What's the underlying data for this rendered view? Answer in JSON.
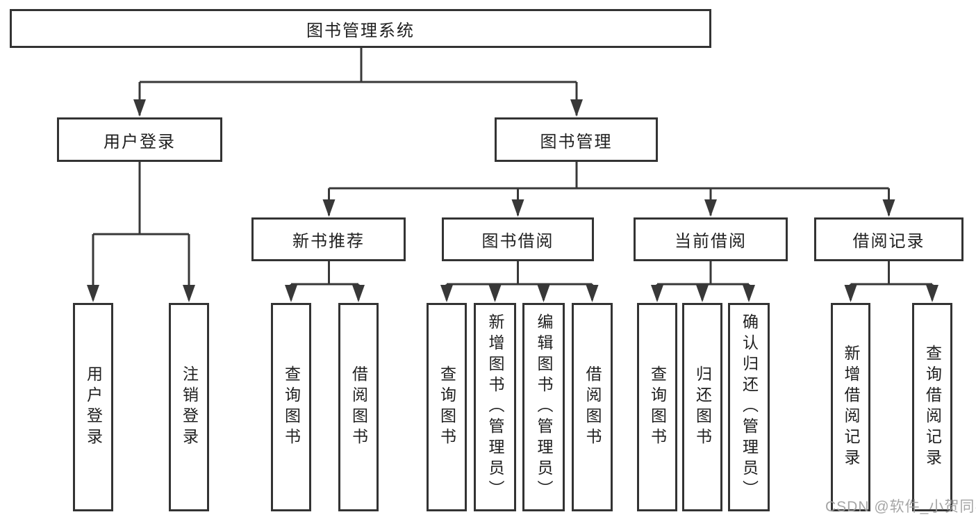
{
  "tree": {
    "label": "图书管理系统",
    "children": [
      {
        "label": "用户登录",
        "children": [
          {
            "label": "用户登录"
          },
          {
            "label": "注销登录"
          }
        ]
      },
      {
        "label": "图书管理",
        "children": [
          {
            "label": "新书推荐",
            "children": [
              {
                "label": "查询图书"
              },
              {
                "label": "借阅图书"
              }
            ]
          },
          {
            "label": "图书借阅",
            "children": [
              {
                "label": "查询图书"
              },
              {
                "label": "新增图书（管理员）"
              },
              {
                "label": "编辑图书（管理员）"
              },
              {
                "label": "借阅图书"
              }
            ]
          },
          {
            "label": "当前借阅",
            "children": [
              {
                "label": "查询图书"
              },
              {
                "label": "归还图书"
              },
              {
                "label": "确认归还（管理员）"
              }
            ]
          },
          {
            "label": "借阅记录",
            "children": [
              {
                "label": "新增借阅记录"
              },
              {
                "label": "查询借阅记录"
              }
            ]
          }
        ]
      }
    ]
  },
  "watermark": {
    "text": "CSDN @软件_小贺同学"
  },
  "colors": {
    "line": "#383838",
    "border": "#333333",
    "text": "#1f1f1f",
    "watermark": "#9e9e9e"
  }
}
